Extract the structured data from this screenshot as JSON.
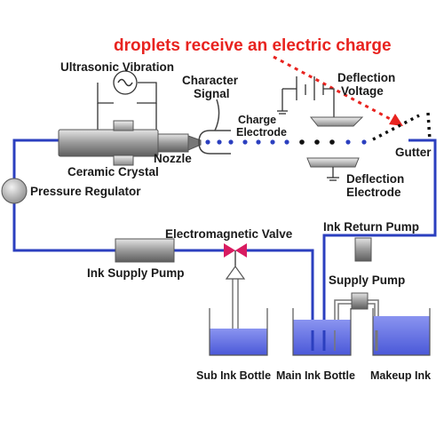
{
  "callout": "droplets receive an electric charge",
  "labels": {
    "ultrasonic_vibration": "Ultrasonic Vibration",
    "character": "Character",
    "signal": "Signal",
    "deflection": "Deflection",
    "voltage": "Voltage",
    "charge": "Charge",
    "electrode": "Electrode",
    "nozzle": "Nozzle",
    "gutter": "Gutter",
    "ceramic_crystal": "Ceramic Crystal",
    "pressure_regulator": "Pressure Regulator",
    "deflection_electrode_1": "Deflection",
    "deflection_electrode_2": "Electrode",
    "electromagnetic_valve": "Electromagnetic Valve",
    "ink_return_pump": "Ink Return Pump",
    "ink_supply_pump": "Ink Supply Pump",
    "supply_pump": "Supply Pump",
    "sub_ink_bottle": "Sub Ink Bottle",
    "main_ink_bottle": "Main Ink Bottle",
    "makeup_ink": "Makeup Ink"
  },
  "colors": {
    "pipe": "#2b3fbf",
    "ink": "#6f7bea",
    "callout": "#e8231f",
    "valve": "#d81b60",
    "droplet_blue": "#2b3fbf",
    "droplet_black": "#111111"
  }
}
